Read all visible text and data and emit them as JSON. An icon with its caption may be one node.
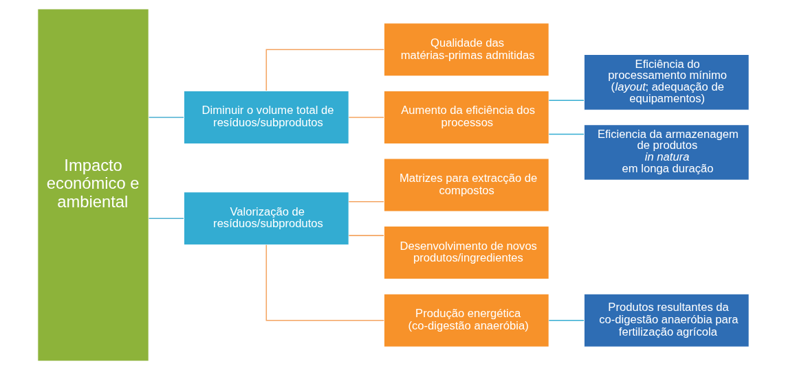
{
  "diagram": {
    "nodes": [
      {
        "text": [
          "Impacto económico e ambiental"
        ]
      },
      {
        "text": [
          "Diminuir o volume total de resíduos/subprodutos"
        ]
      },
      {
        "text": [
          "Valorização de resíduos/subprodutos"
        ]
      },
      {
        "text": [
          "Qualidade das matérias-primas admitidas"
        ]
      },
      {
        "text": [
          "Aumento da eficiência dos processos"
        ]
      },
      {
        "text": [
          "Eficiência do processamento mínimo (*layout*; adequação de equipamentos)"
        ]
      },
      {
        "text": [
          "Eficiencia da armazenagem de produtos *in natura* em longa duração"
        ]
      },
      {
        "text": [
          "Matrizes para extracção de compostos"
        ]
      },
      {
        "text": [
          "Desenvolvimento de novos produtos/ingredientes"
        ]
      },
      {
        "text": [
          "Produção energética (co-digestão anaeróbia)"
        ]
      },
      {
        "text": [
          "Produtos resultantes da co-digestão anaeróbia para fertilização agrícola"
        ]
      }
    ],
    "edges": [
      {
        "from": 0,
        "to": 1,
        "arrow": "none",
        "color": "#4aaed0"
      },
      {
        "from": 0,
        "to": 2,
        "arrow": "none",
        "color": "#4aaed0"
      },
      {
        "from": 1,
        "to": 3,
        "arrow": "none"
      },
      {
        "from": 1,
        "to": 4,
        "arrow": "none"
      },
      {
        "from": 4,
        "to": 5,
        "arrow": "none",
        "color": "#33acd2"
      },
      {
        "from": 4,
        "to": 6,
        "arrow": "none",
        "color": "#33acd2"
      },
      {
        "from": 2,
        "to": 7,
        "arrow": "none"
      },
      {
        "from": 2,
        "to": 8,
        "arrow": "none"
      },
      {
        "from": 2,
        "to": 9,
        "arrow": "none"
      },
      {
        "from": 9,
        "to": 10,
        "arrow": "none",
        "color": "#33acd2"
      }
    ]
  }
}
